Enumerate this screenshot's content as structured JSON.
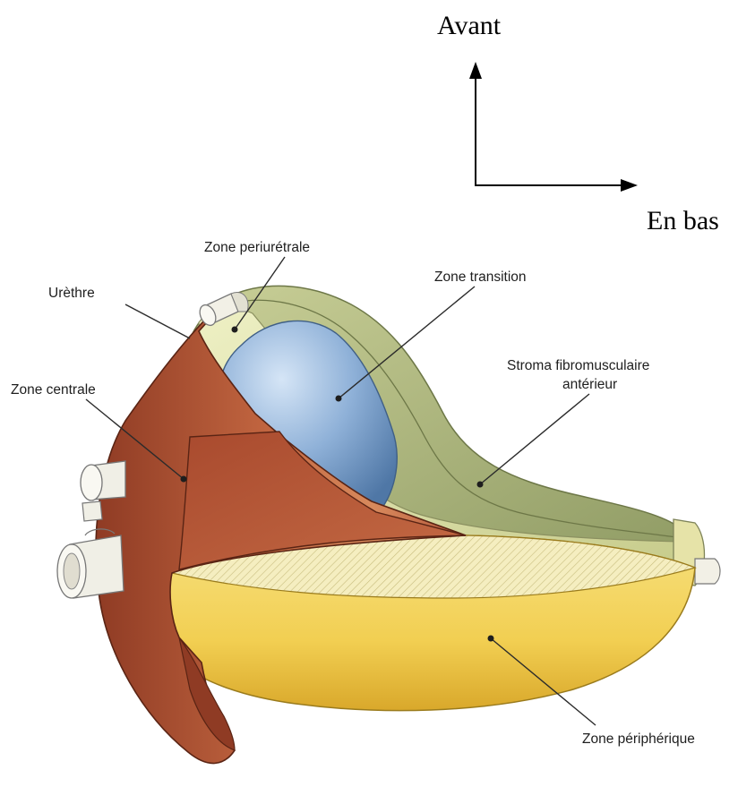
{
  "orientation": {
    "up_label": "Avant",
    "right_label": "En bas"
  },
  "labels": {
    "urethre": "Urèthre",
    "zone_periuretrale": "Zone periurétrale",
    "zone_transition": "Zone transition",
    "stroma_line1": "Stroma fibromusculaire",
    "stroma_line2": "antérieur",
    "zone_centrale": "Zone centrale",
    "zone_peripherique": "Zone périphérique"
  },
  "colors": {
    "zone_centrale": "#b5573a",
    "zone_transition": "#8fb1d8",
    "zone_periuretrale": "#d9dca0",
    "stroma": "#a9b37e",
    "zone_peripherique": "#f2cf52",
    "urethre": "#f2f0e6"
  }
}
